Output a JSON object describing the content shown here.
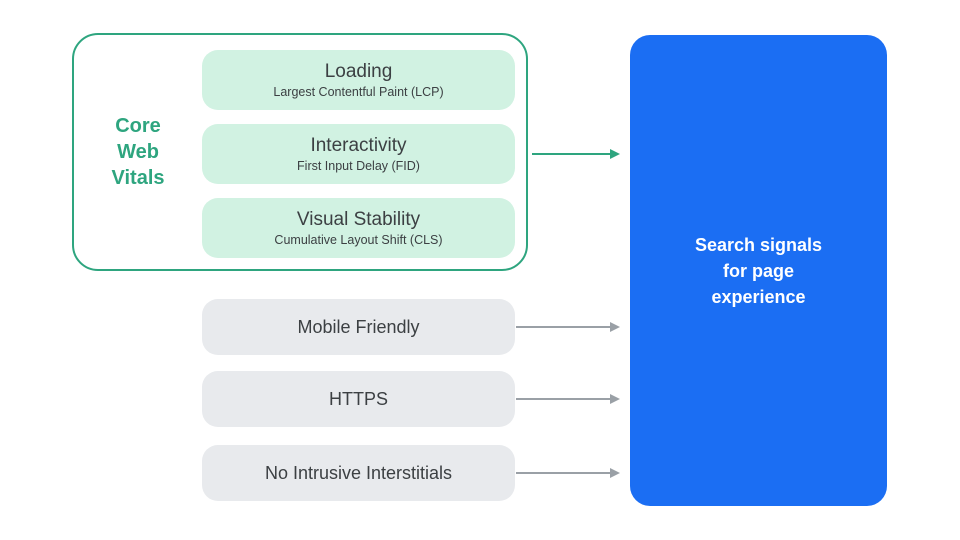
{
  "colors": {
    "green": "#2ea57f",
    "green_light": "#d1f2e2",
    "blue": "#1b6ef3",
    "gray_card": "#e8eaed",
    "gray_arrow": "#9aa0a6",
    "text_dark": "#3c4043",
    "text_on_blue": "#ffffff",
    "background": "#ffffff"
  },
  "core_web_vitals": {
    "label_lines": [
      "Core",
      "Web",
      "Vitals"
    ],
    "items": [
      {
        "title": "Loading",
        "subtitle": "Largest Contentful Paint (LCP)"
      },
      {
        "title": "Interactivity",
        "subtitle": "First Input Delay (FID)"
      },
      {
        "title": "Visual Stability",
        "subtitle": "Cumulative Layout Shift (CLS)"
      }
    ]
  },
  "other_signals": [
    {
      "label": "Mobile Friendly"
    },
    {
      "label": "HTTPS"
    },
    {
      "label": "No Intrusive Interstitials"
    }
  ],
  "result_box": {
    "label_lines": [
      "Search signals",
      "for page",
      "experience"
    ]
  },
  "icons": {
    "core_web_vitals_connector": "arrow-right-icon",
    "signal_connector": "arrow-right-icon"
  }
}
